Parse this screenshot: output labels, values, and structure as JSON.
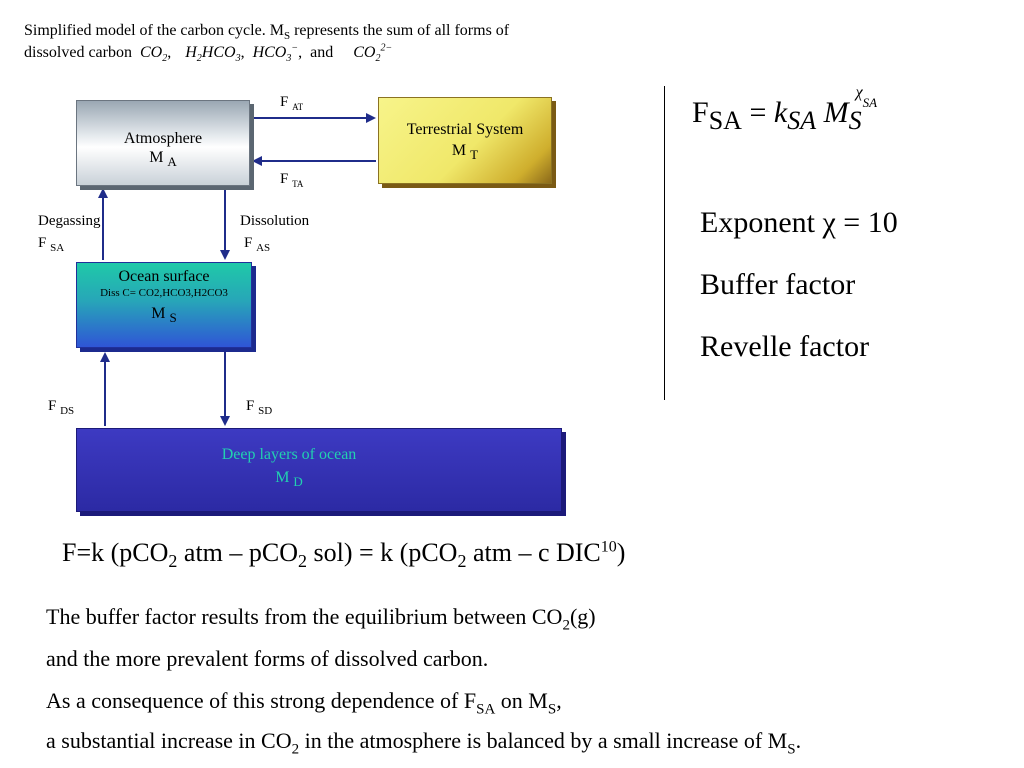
{
  "caption": {
    "line1": "Simplified model of the carbon cycle. M",
    "line1_sub": "S",
    "line1_end": " represents the sum of all forms of",
    "line2": "dissolved carbon",
    "species": [
      "CO",
      "2",
      "H",
      "2",
      "HCO",
      "3",
      "HCO",
      "3",
      "CO",
      "2"
    ],
    "and": "and"
  },
  "boxes": {
    "atmosphere": {
      "title": "Atmosphere",
      "mass": "M",
      "mass_sub": "A"
    },
    "terrestrial": {
      "title": "Terrestrial System",
      "mass": "M",
      "mass_sub": "T"
    },
    "ocean": {
      "title": "Ocean surface",
      "detail": "Diss C= CO2,HCO3,H2CO3",
      "mass": "M",
      "mass_sub": "S"
    },
    "deep": {
      "title": "Deep layers of ocean",
      "mass": "M",
      "mass_sub": "D"
    }
  },
  "flux_labels": {
    "at": {
      "f": "F",
      "sub": "AT"
    },
    "ta": {
      "f": "F",
      "sub": "TA"
    },
    "degassing": {
      "name": "Degassing",
      "f": "F",
      "sub": "SA"
    },
    "dissolution": {
      "name": "Dissolution",
      "f": "F",
      "sub": "AS"
    },
    "ds": {
      "f": "F",
      "sub": "DS"
    },
    "sd": {
      "f": "F",
      "sub": "SD"
    }
  },
  "formula": {
    "lhs": "F",
    "lhs_sub": "SA",
    "eq": "=",
    "k": "k",
    "k_sub": "SA",
    "m": "M",
    "m_sub": "S",
    "exp": "χ",
    "exp_sub": "SA"
  },
  "right_items": {
    "exponent": "Exponent χ  = 10",
    "buffer": "Buffer factor",
    "revelle": "Revelle factor"
  },
  "equation": {
    "p1": "F=k (pCO",
    "s1": "2",
    "p2": " atm – pCO",
    "s2": "2",
    "p3": " sol) = k (pCO",
    "s3": "2",
    "p4": " atm – c DIC",
    "sup": "10",
    "p5": ")"
  },
  "paragraph": {
    "l1a": "The buffer factor results from the equilibrium between CO",
    "l1s": "2",
    "l1b": "(g)",
    "l2": "and the more prevalent forms of dissolved carbon.",
    "l3a": "As a consequence of this strong dependence of F",
    "l3s1": "SA",
    "l3b": " on M",
    "l3s2": "S",
    "l3c": ",",
    "l4a": "a substantial increase in CO",
    "l4s1": "2",
    "l4b": " in the atmosphere is balanced by a small increase of M",
    "l4s2": "S",
    "l4c": "."
  },
  "colors": {
    "deep_text": "#22d0b0",
    "arrow": "#1f2c8a"
  }
}
